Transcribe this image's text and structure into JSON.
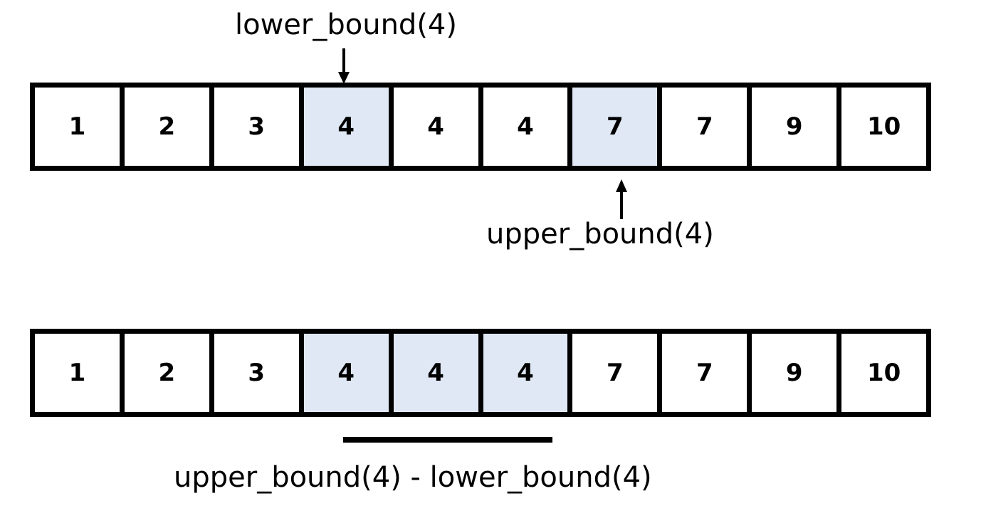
{
  "diagram": {
    "title_semantics": "lower_bound / upper_bound on a sorted array",
    "background_color": "#ffffff",
    "line_color": "#000000",
    "highlight_color": "#dfe8f4"
  },
  "arrays": [
    {
      "id": "top-array",
      "values": [
        "1",
        "2",
        "3",
        "4",
        "4",
        "4",
        "7",
        "7",
        "9",
        "10"
      ],
      "highlighted_indices": [
        3,
        6
      ]
    },
    {
      "id": "bottom-array",
      "values": [
        "1",
        "2",
        "3",
        "4",
        "4",
        "4",
        "7",
        "7",
        "9",
        "10"
      ],
      "highlighted_indices": [
        3,
        4,
        5
      ]
    }
  ],
  "annotations": {
    "lower_bound_label": "lower_bound(4)",
    "upper_bound_label": "upper_bound(4)",
    "range_label": "upper_bound(4) - lower_bound(4)"
  }
}
